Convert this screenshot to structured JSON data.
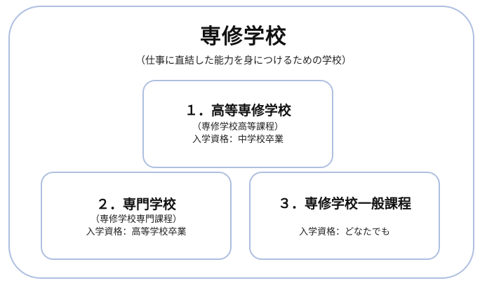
{
  "main": {
    "title": "専修学校",
    "subtitle": "（仕事に直結した能力を身につけるための学校）"
  },
  "boxes": [
    {
      "title": "１．高等専修学校",
      "subtitle": "（専修学校高等課程）",
      "requirement": "入学資格：中学校卒業"
    },
    {
      "title": "２．専門学校",
      "subtitle": "（専修学校専門課程）",
      "requirement": "入学資格：高等学校卒業"
    },
    {
      "title": "３．専修学校一般課程",
      "requirement": "入学資格：どなたでも"
    }
  ]
}
